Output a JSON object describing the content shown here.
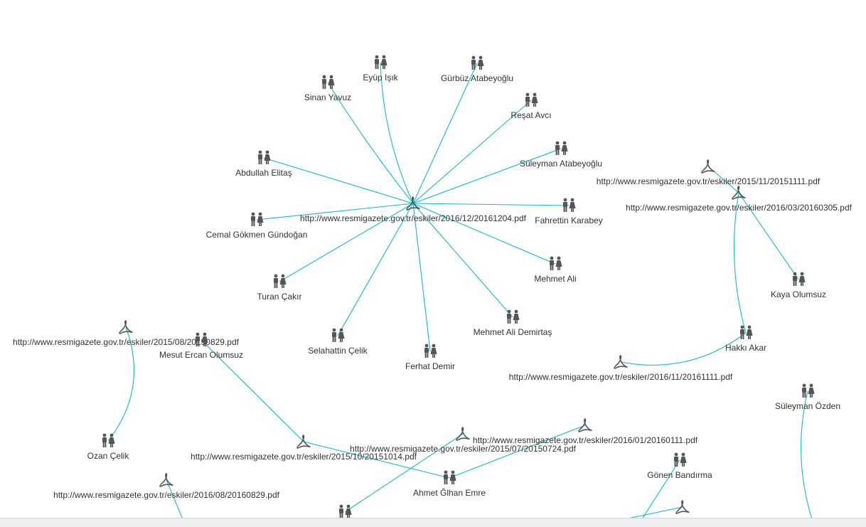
{
  "graph": {
    "link_color": "#17b9c9",
    "icon_color": "#555555",
    "nodes": [
      {
        "id": "d20161204",
        "type": "document",
        "label": "http://www.resmigazete.gov.tr/eskiler/2016/12/20161204.pdf",
        "icon": "document-icon"
      },
      {
        "id": "eyup",
        "type": "person",
        "label": "Eyüp Işık",
        "icon": "people-icon"
      },
      {
        "id": "gurbuz",
        "type": "person",
        "label": "Gürbüz Atabeyoğlu",
        "icon": "people-icon"
      },
      {
        "id": "sinan",
        "type": "person",
        "label": "Sinan Yavuz",
        "icon": "people-icon"
      },
      {
        "id": "resat",
        "type": "person",
        "label": "Reşat Avcı",
        "icon": "people-icon"
      },
      {
        "id": "suleymanA",
        "type": "person",
        "label": "Süleyman Atabeyoğlu",
        "icon": "people-icon"
      },
      {
        "id": "abdullah",
        "type": "person",
        "label": "Abdullah Elitaş",
        "icon": "people-icon"
      },
      {
        "id": "fahrettin",
        "type": "person",
        "label": "Fahrettin Karabey",
        "icon": "people-icon"
      },
      {
        "id": "cemal",
        "type": "person",
        "label": "Cemal Gökmen Gündoğan",
        "icon": "people-icon"
      },
      {
        "id": "mehmetali",
        "type": "person",
        "label": "Mehmet Ali",
        "icon": "people-icon"
      },
      {
        "id": "turan",
        "type": "person",
        "label": "Turan Çakır",
        "icon": "people-icon"
      },
      {
        "id": "mehmetalid",
        "type": "person",
        "label": "Mehmet Ali Demirtaş",
        "icon": "people-icon"
      },
      {
        "id": "selahattin",
        "type": "person",
        "label": "Selahattin Çelik",
        "icon": "people-icon"
      },
      {
        "id": "ferhat",
        "type": "person",
        "label": "Ferhat Demir",
        "icon": "people-icon"
      },
      {
        "id": "d20151111",
        "type": "document",
        "label": "http://www.resmigazete.gov.tr/eskiler/2015/11/20151111.pdf",
        "icon": "document-icon"
      },
      {
        "id": "d20160305",
        "type": "document",
        "label": "http://www.resmigazete.gov.tr/eskiler/2016/03/20160305.pdf",
        "icon": "document-icon"
      },
      {
        "id": "kaya",
        "type": "person",
        "label": "Kaya Olumsuz",
        "icon": "people-icon"
      },
      {
        "id": "hakki",
        "type": "person",
        "label": "Hakkı Akar",
        "icon": "people-icon"
      },
      {
        "id": "d20161111",
        "type": "document",
        "label": "http://www.resmigazete.gov.tr/eskiler/2016/11/20161111.pdf",
        "icon": "document-icon"
      },
      {
        "id": "suleymanO",
        "type": "person",
        "label": "Süleyman Özden",
        "icon": "people-icon"
      },
      {
        "id": "d20150829",
        "type": "document",
        "label": "http://www.resmigazete.gov.tr/eskiler/2015/08/20150829.pdf",
        "icon": "document-icon"
      },
      {
        "id": "mesut",
        "type": "person",
        "label": "Mesut Ercan Olumsuz",
        "icon": "people-icon"
      },
      {
        "id": "ozan",
        "type": "person",
        "label": "Ozan Çelik",
        "icon": "people-icon"
      },
      {
        "id": "d20151014",
        "type": "document",
        "label": "http://www.resmigazete.gov.tr/eskiler/2015/10/20151014.pdf",
        "icon": "document-icon"
      },
      {
        "id": "d20150724",
        "type": "document",
        "label": "http://www.resmigazete.gov.tr/eskiler/2015/07/20150724.pdf",
        "icon": "document-icon"
      },
      {
        "id": "d20160111",
        "type": "document",
        "label": "http://www.resmigazete.gov.tr/eskiler/2016/01/20160111.pdf",
        "icon": "document-icon"
      },
      {
        "id": "ahmet",
        "type": "person",
        "label": "Ahmet Ğlhan Emre",
        "icon": "people-icon"
      },
      {
        "id": "gonen",
        "type": "person",
        "label": "Gönen Bandırma",
        "icon": "people-icon"
      },
      {
        "id": "d20160829",
        "type": "document",
        "label": "http://www.resmigazete.gov.tr/eskiler/2016/08/20160829.pdf",
        "icon": "document-icon"
      },
      {
        "id": "pbottom",
        "type": "person",
        "label": "",
        "icon": "people-icon"
      },
      {
        "id": "dbottom",
        "type": "document",
        "label": "",
        "icon": "document-icon"
      }
    ],
    "links": [
      [
        "d20161204",
        "eyup"
      ],
      [
        "d20161204",
        "gurbuz"
      ],
      [
        "d20161204",
        "sinan"
      ],
      [
        "d20161204",
        "resat"
      ],
      [
        "d20161204",
        "suleymanA"
      ],
      [
        "d20161204",
        "abdullah"
      ],
      [
        "d20161204",
        "fahrettin"
      ],
      [
        "d20161204",
        "cemal"
      ],
      [
        "d20161204",
        "mehmetali"
      ],
      [
        "d20161204",
        "turan"
      ],
      [
        "d20161204",
        "mehmetalid"
      ],
      [
        "d20161204",
        "selahattin"
      ],
      [
        "d20161204",
        "ferhat"
      ],
      [
        "d20151111",
        "d20160305"
      ],
      [
        "d20160305",
        "kaya"
      ],
      [
        "d20160305",
        "hakki"
      ],
      [
        "hakki",
        "d20161111"
      ],
      [
        "d20150829",
        "ozan"
      ],
      [
        "mesut",
        "d20151014"
      ],
      [
        "d20151014",
        "ahmet"
      ],
      [
        "ahmet",
        "d20160111"
      ],
      [
        "d20150724",
        "pbottom"
      ],
      [
        "d20160829",
        "offbottom1"
      ],
      [
        "suleymanO",
        "offbottom2"
      ],
      [
        "gonen",
        "offbottom3"
      ],
      [
        "dbottom",
        "offbottom4"
      ]
    ]
  }
}
